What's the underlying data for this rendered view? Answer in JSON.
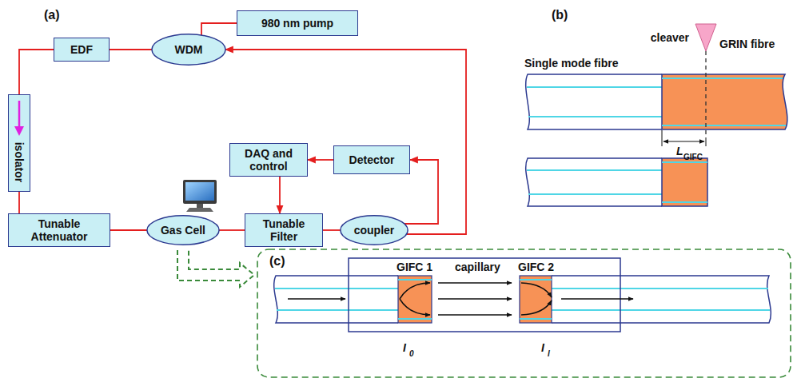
{
  "diagram": {
    "nodes": [
      {
        "text": [
          "EDF"
        ]
      },
      {
        "text": [
          "WDM"
        ]
      },
      {
        "text": [
          "980 nm pump"
        ]
      },
      {
        "text": [
          "isolator"
        ]
      },
      {
        "text": [
          "Tunable Attenuator"
        ]
      },
      {
        "text": [
          "Gas Cell"
        ]
      },
      {
        "text": [
          "Tunable Filter"
        ]
      },
      {
        "text": [
          "coupler"
        ]
      },
      {
        "text": [
          "Detector"
        ]
      },
      {
        "text": [
          "DAQ and control"
        ]
      }
    ],
    "edges": [
      {
        "from": 1,
        "to": 0,
        "arrow": "none"
      },
      {
        "from": 0,
        "to": 3,
        "arrow": "none"
      },
      {
        "from": 3,
        "to": 4,
        "arrow": "none"
      },
      {
        "from": 4,
        "to": 5,
        "arrow": "none"
      },
      {
        "from": 5,
        "to": 6,
        "arrow": "none"
      },
      {
        "from": 6,
        "to": 7,
        "arrow": "none"
      },
      {
        "from": 7,
        "to": 1,
        "arrow": "to"
      },
      {
        "from": 7,
        "to": 8,
        "arrow": "to"
      },
      {
        "from": 8,
        "to": 9,
        "arrow": "to"
      },
      {
        "from": 9,
        "to": 6,
        "arrow": "to"
      },
      {
        "from": 2,
        "to": 1,
        "arrow": "none"
      }
    ],
    "labels": [
      "(a)",
      "(b)",
      "cleaver",
      "GRIN fibre",
      "Single mode fibre",
      "L",
      "GIFC",
      "(c)",
      "GIFC 1",
      "capillary",
      "GIFC 2",
      "I",
      "0",
      "I",
      "l"
    ]
  }
}
